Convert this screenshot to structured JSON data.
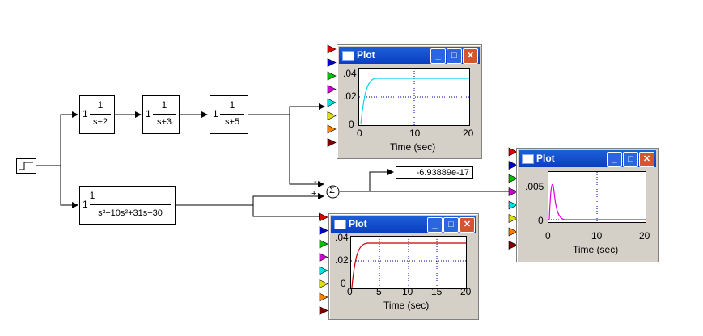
{
  "blocks": {
    "tf1": {
      "gain": "1",
      "num": "1",
      "den": "s+2"
    },
    "tf2": {
      "gain": "1",
      "num": "1",
      "den": "s+3"
    },
    "tf3": {
      "gain": "1",
      "num": "1",
      "den": "s+5"
    },
    "tf4": {
      "gain": "1",
      "num": "1",
      "den_html": "s³+10s²+31s+30"
    }
  },
  "sum": {
    "minus": "-",
    "plus": "+",
    "symbol": "Σ"
  },
  "display": {
    "value": "-6.93889e-17"
  },
  "plots": [
    {
      "title": "Plot",
      "xlabel": "Time (sec)",
      "yticks": [
        ".04",
        ".02",
        "0"
      ],
      "xticks": [
        "0",
        "10",
        "20"
      ],
      "color": "#00d8e8"
    },
    {
      "title": "Plot",
      "xlabel": "Time (sec)",
      "yticks": [
        ".005",
        "0"
      ],
      "xticks": [
        "0",
        "10",
        "20"
      ],
      "color": "#e000e0"
    },
    {
      "title": "Plot",
      "xlabel": "Time (sec)",
      "yticks": [
        ".04",
        ".02",
        "0"
      ],
      "xticks": [
        "0",
        "5",
        "10",
        "15",
        "20"
      ],
      "color": "#c00000"
    }
  ],
  "port_colors": [
    "#e00000",
    "#0000d0",
    "#00c000",
    "#d000d0",
    "#00e0e0",
    "#e0e000",
    "#ff8000",
    "#800000"
  ],
  "buttons": {
    "minimize": "_",
    "maximize": "□",
    "close": "✕"
  }
}
